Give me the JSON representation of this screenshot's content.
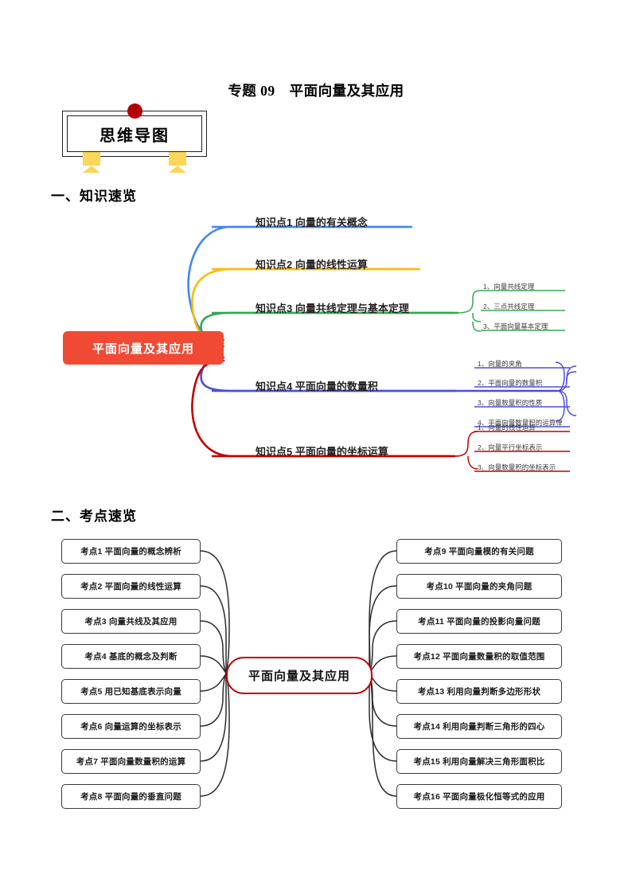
{
  "document": {
    "title": "专题 09　平面向量及其应用",
    "badge": {
      "label": "思维导图",
      "dot_color": "#b40000",
      "ribbon_color": "#fbd65b"
    },
    "sections": [
      {
        "heading": "一、知识速览"
      },
      {
        "heading": "二、考点速览"
      }
    ]
  },
  "mindmap_knowledge": {
    "center": {
      "label": "平面向量及其应用",
      "fill": "#f04a35",
      "text_color": "#ffffff"
    },
    "branches": [
      {
        "label": "知识点1  向量的有关概念",
        "color": "#4285f4",
        "children": []
      },
      {
        "label": "知识点2  向量的线性运算",
        "color": "#fbbc05",
        "children": []
      },
      {
        "label": "知识点3  向量共线定理与基本定理",
        "color": "#34a853",
        "children": [
          "1、向量共线定理",
          "2、三点共线定理",
          "3、平面向量基本定理"
        ]
      },
      {
        "label": "知识点4  平面向量的数量积",
        "color": "#4b4be8",
        "children": [
          "1、向量的夹角",
          "2、平面向量的数量积",
          "3、向量数量积的性质",
          "4、平面向量数量积的运算律"
        ]
      },
      {
        "label": "知识点5  平面向量的坐标运算",
        "color": "#c00000",
        "children": [
          "1、向量的线性运算",
          "2、向量平行坐标表示",
          "3、向量数量积的坐标表示"
        ]
      }
    ]
  },
  "mindmap_exam": {
    "center": {
      "label": "平面向量及其应用",
      "border_color": "#c00000",
      "fill": "#ffffff"
    },
    "connector_color": "#2b2b2b",
    "left_items": [
      "考点1  平面向量的概念辨析",
      "考点2  平面向量的线性运算",
      "考点3  向量共线及其应用",
      "考点4  基底的概念及判断",
      "考点5  用已知基底表示向量",
      "考点6  向量运算的坐标表示",
      "考点7  平面向量数量积的运算",
      "考点8  平面向量的垂直问题"
    ],
    "right_items": [
      "考点9  平面向量模的有关问题",
      "考点10  平面向量的夹角问题",
      "考点11  平面向量的投影向量问题",
      "考点12  平面向量数量积的取值范围",
      "考点13  利用向量判断多边形形状",
      "考点14  利用向量判断三角形的四心",
      "考点15  利用向量解决三角形面积比",
      "考点16  平面向量极化恒等式的应用"
    ]
  }
}
